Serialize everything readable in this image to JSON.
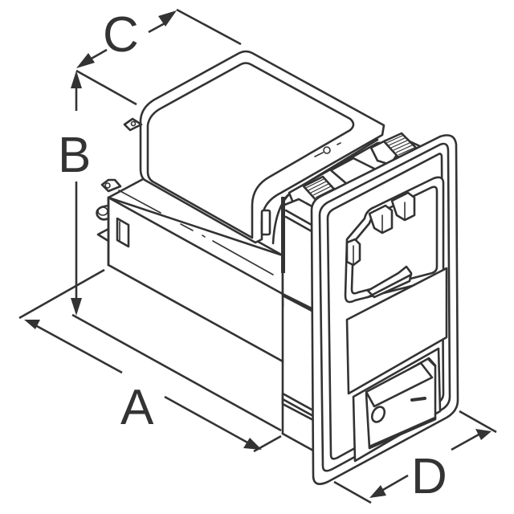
{
  "diagram": {
    "type": "isometric-dimension-drawing",
    "subject": "Power entry module with IEC inlet, fuse drawer and rocker switch",
    "dimension_labels": {
      "a": "A",
      "b": "B",
      "c": "C",
      "d": "D"
    },
    "switch_symbols": {
      "off": "O",
      "on": "—"
    },
    "colors": {
      "line": "#333333",
      "background": "#ffffff"
    }
  }
}
